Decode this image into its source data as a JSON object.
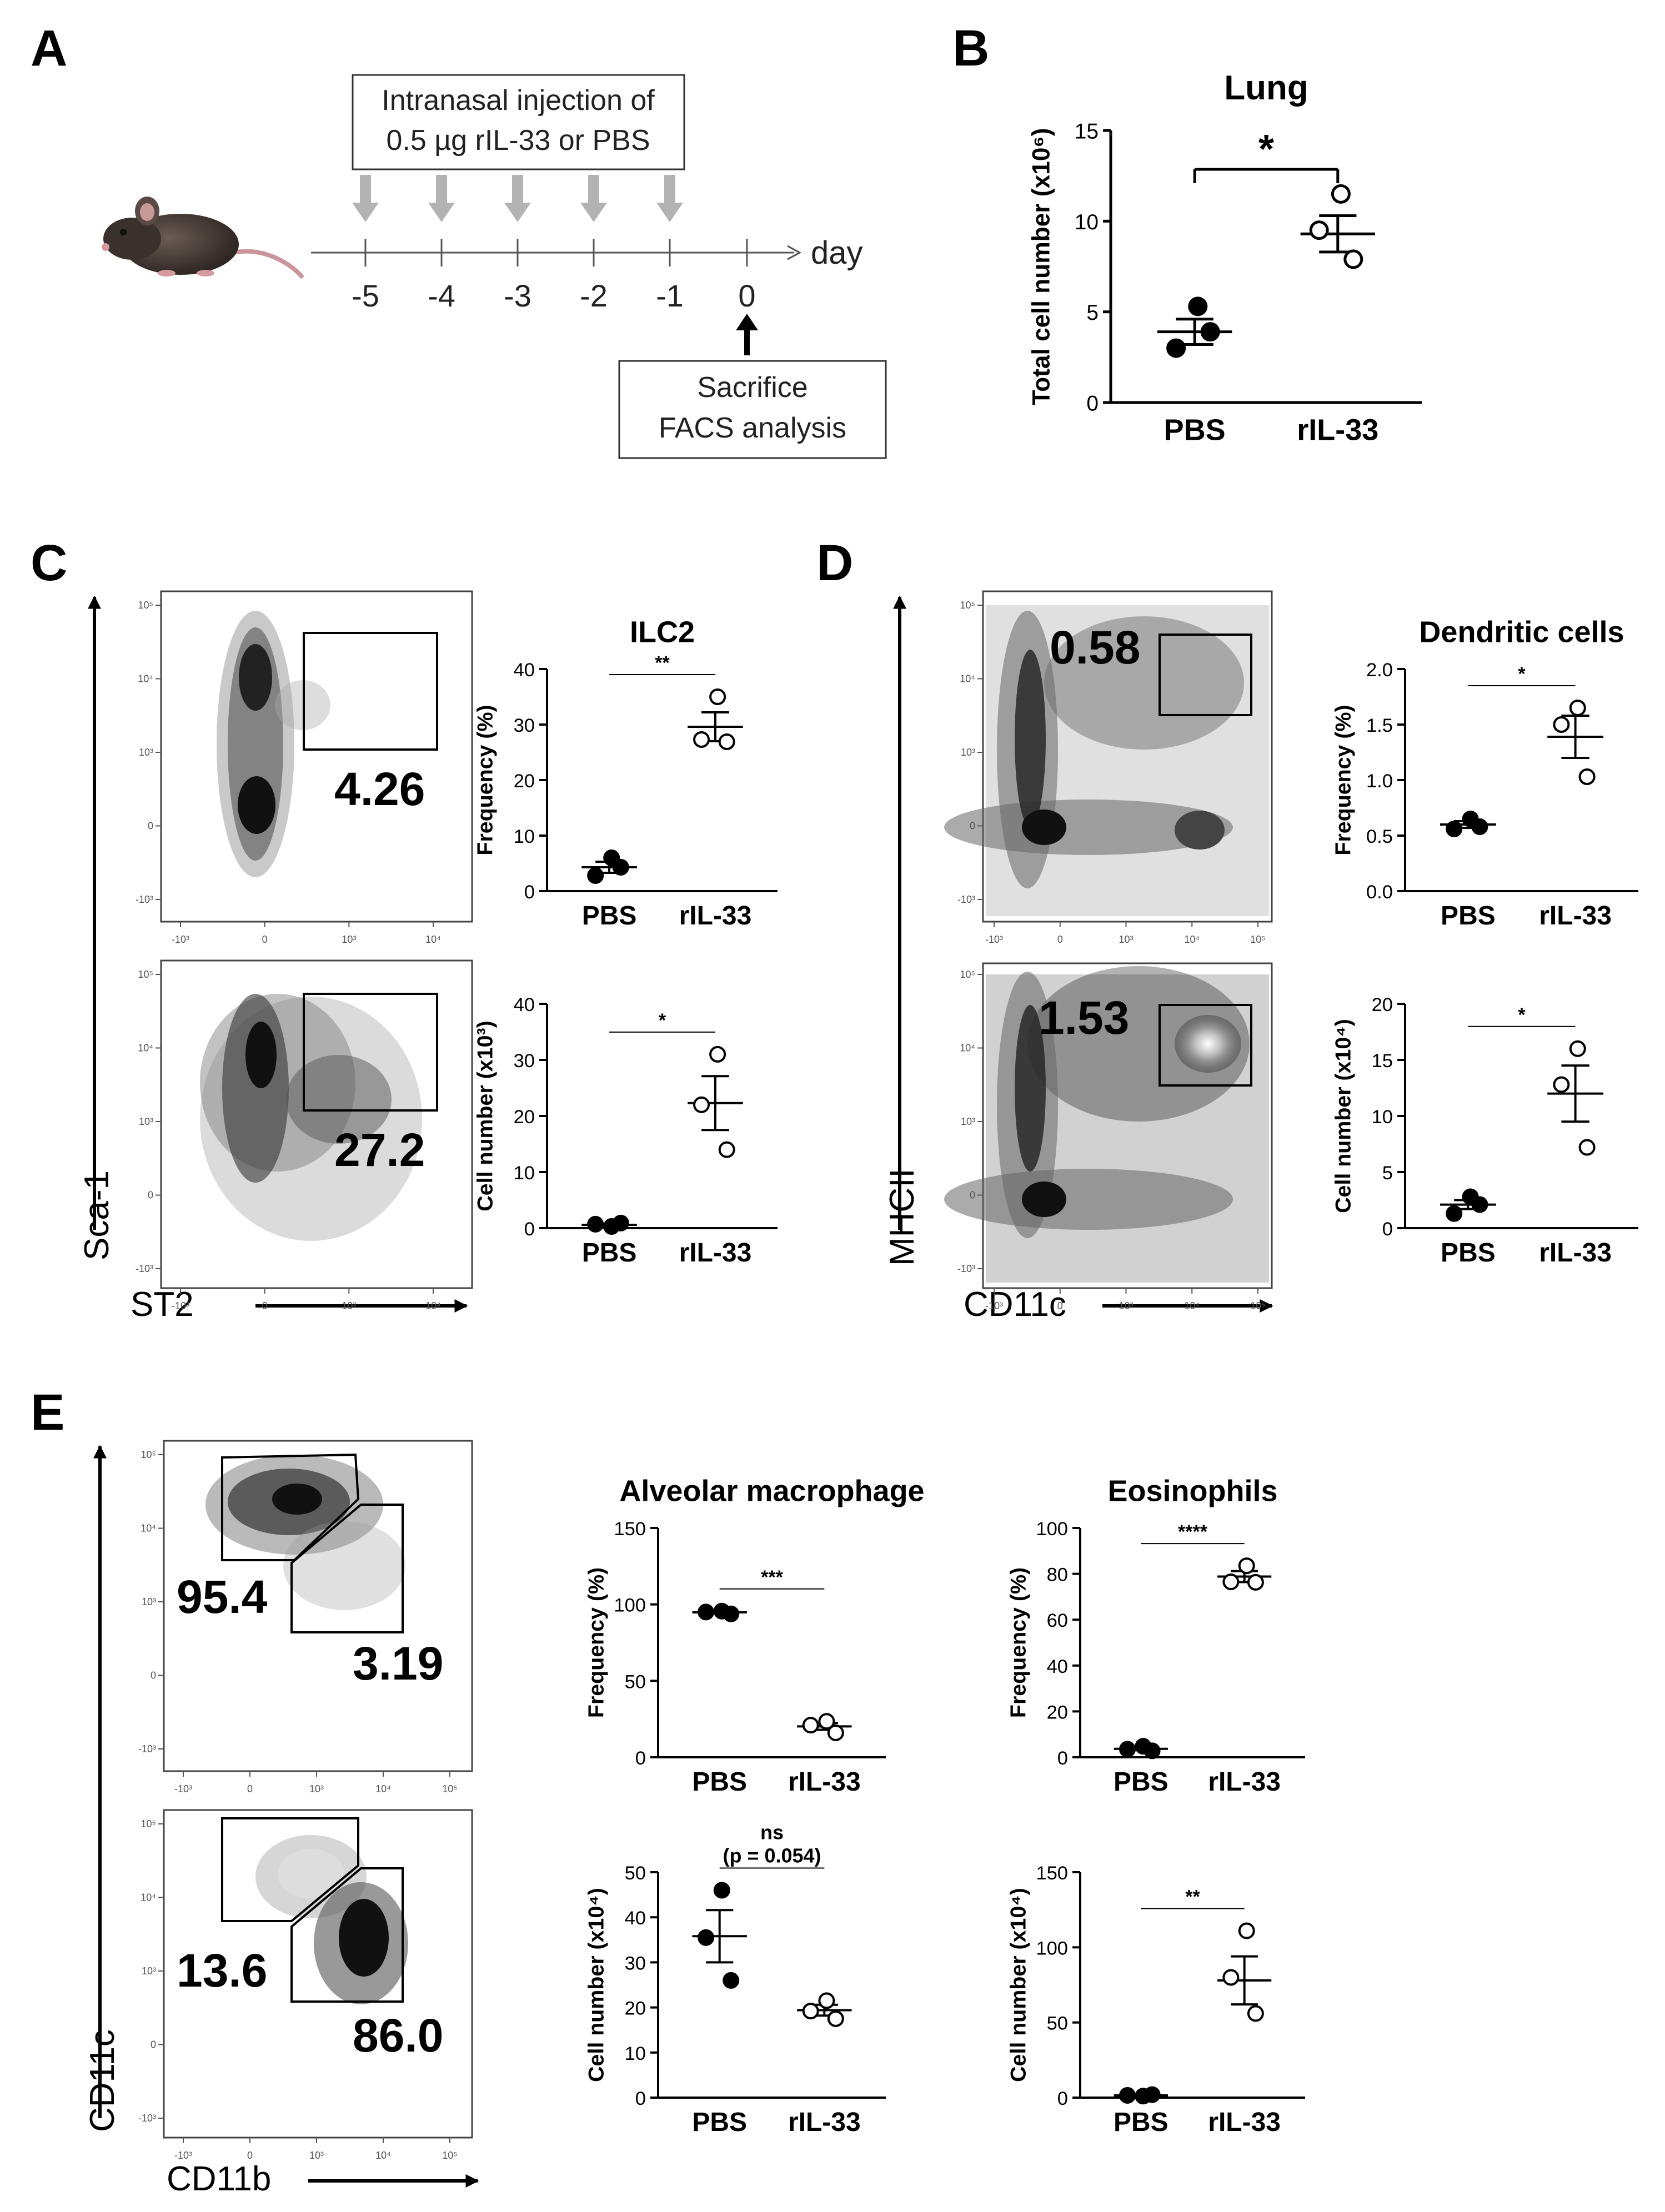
{
  "panel_letters": [
    "A",
    "B",
    "C",
    "D",
    "E"
  ],
  "panel_a": {
    "injection_box": [
      "Intranasal  injection of",
      "0.5 µg rIL-33 or PBS"
    ],
    "ticks": [
      "-5",
      "-4",
      "-3",
      "-2",
      "-1",
      "0"
    ],
    "axis_unit": "day",
    "sacrifice_box": [
      "Sacrifice",
      "FACS analysis"
    ],
    "icons": [
      "mouse-icon",
      "down-arrow-icon",
      "up-arrow-icon"
    ],
    "colors": {
      "injection_arrow": "#b3b3b3",
      "axis": "#555555"
    }
  },
  "flow_labels": {
    "c": {
      "y": "Sca-1",
      "x": "ST2",
      "gates": [
        "4.26",
        "27.2"
      ]
    },
    "d": {
      "y": "MHCII",
      "x": "CD11c",
      "gates": [
        "0.58",
        "1.53"
      ]
    },
    "e": {
      "y": "CD11c",
      "x": "CD11b",
      "gates": [
        "95.4",
        "3.19",
        "13.6",
        "86.0"
      ]
    },
    "ticks_c": {
      "x": [
        "-10³",
        "0",
        "10³",
        "10⁴"
      ],
      "y": [
        "10⁵",
        "10⁴",
        "10³",
        "0",
        "-10³"
      ]
    },
    "ticks_de": {
      "x": [
        "-10³",
        "0",
        "10³",
        "10⁴",
        "10⁵"
      ],
      "y": [
        "10⁵",
        "10⁴",
        "10³",
        "0",
        "-10³"
      ]
    }
  },
  "chart_data": [
    {
      "id": "B",
      "type": "scatter",
      "title": "Lung",
      "categories": [
        "PBS",
        "rIL-33"
      ],
      "ylabel": "Total cell number (x10⁶)",
      "ylim": [
        0,
        15
      ],
      "yticks": [
        "0",
        "5",
        "10",
        "15"
      ],
      "series": [
        {
          "name": "PBS",
          "marker": "filled",
          "values": [
            5.3,
            3.0,
            3.9
          ],
          "mean": 3.9,
          "sem": 0.7
        },
        {
          "name": "rIL-33",
          "marker": "open",
          "values": [
            11.5,
            9.5,
            7.9
          ],
          "mean": 9.3,
          "sem": 1.0
        }
      ],
      "significance": "*"
    },
    {
      "id": "C-top",
      "type": "scatter",
      "title": "ILC2",
      "categories": [
        "PBS",
        "rIL-33"
      ],
      "ylabel": "Frequency (%)",
      "ylim": [
        0,
        40
      ],
      "yticks": [
        "0",
        "10",
        "20",
        "30",
        "40"
      ],
      "series": [
        {
          "name": "PBS",
          "marker": "filled",
          "values": [
            6.0,
            2.8,
            4.3
          ],
          "mean": 4.3,
          "sem": 1.0
        },
        {
          "name": "rIL-33",
          "marker": "open",
          "values": [
            35.0,
            27.3,
            26.9
          ],
          "mean": 29.6,
          "sem": 2.6
        }
      ],
      "significance": "**"
    },
    {
      "id": "C-bottom",
      "type": "scatter",
      "title": "",
      "categories": [
        "PBS",
        "rIL-33"
      ],
      "ylabel": "Cell number (x10³)",
      "ylim": [
        0,
        40
      ],
      "yticks": [
        "0",
        "10",
        "20",
        "30",
        "40"
      ],
      "series": [
        {
          "name": "PBS",
          "marker": "filled",
          "values": [
            0.3,
            0.7,
            0.9
          ],
          "mean": 0.6,
          "sem": 0.2
        },
        {
          "name": "rIL-33",
          "marker": "open",
          "values": [
            31.0,
            22.0,
            14.0
          ],
          "mean": 22.3,
          "sem": 4.8
        }
      ],
      "significance": "*"
    },
    {
      "id": "D-top",
      "type": "scatter",
      "title": "Dendritic cells",
      "categories": [
        "PBS",
        "rIL-33"
      ],
      "ylabel": "Frequency (%)",
      "ylim": [
        0,
        2.0
      ],
      "yticks": [
        "0.0",
        "0.5",
        "1.0",
        "1.5",
        "2.0"
      ],
      "series": [
        {
          "name": "PBS",
          "marker": "filled",
          "values": [
            0.65,
            0.56,
            0.58
          ],
          "mean": 0.6,
          "sem": 0.03
        },
        {
          "name": "rIL-33",
          "marker": "open",
          "values": [
            1.65,
            1.5,
            1.03
          ],
          "mean": 1.39,
          "sem": 0.19
        }
      ],
      "significance": "*"
    },
    {
      "id": "D-bottom",
      "type": "scatter",
      "title": "",
      "categories": [
        "PBS",
        "rIL-33"
      ],
      "ylabel": "Cell number (x10⁴)",
      "ylim": [
        0,
        20
      ],
      "yticks": [
        "0",
        "5",
        "10",
        "15",
        "20"
      ],
      "series": [
        {
          "name": "PBS",
          "marker": "filled",
          "values": [
            2.8,
            1.3,
            2.1
          ],
          "mean": 2.1,
          "sem": 0.4
        },
        {
          "name": "rIL-33",
          "marker": "open",
          "values": [
            16.0,
            12.8,
            7.2
          ],
          "mean": 12.0,
          "sem": 2.5
        }
      ],
      "significance": "*"
    },
    {
      "id": "E-am-top",
      "type": "scatter",
      "title": "Alveolar macrophage",
      "categories": [
        "PBS",
        "rIL-33"
      ],
      "ylabel": "Frequency (%)",
      "ylim": [
        0,
        150
      ],
      "yticks": [
        "0",
        "50",
        "100",
        "150"
      ],
      "series": [
        {
          "name": "PBS",
          "marker": "filled",
          "values": [
            95.6,
            95.0,
            93.8
          ],
          "mean": 94.8,
          "sem": 0.5
        },
        {
          "name": "rIL-33",
          "marker": "open",
          "values": [
            23.5,
            21.0,
            16.0
          ],
          "mean": 20.2,
          "sem": 2.2
        }
      ],
      "significance": "***"
    },
    {
      "id": "E-am-bottom",
      "type": "scatter",
      "title": "",
      "categories": [
        "PBS",
        "rIL-33"
      ],
      "ylabel": "Cell number (x10⁴)",
      "ylim": [
        0,
        50
      ],
      "yticks": [
        "0",
        "10",
        "20",
        "30",
        "40",
        "50"
      ],
      "series": [
        {
          "name": "PBS",
          "marker": "filled",
          "values": [
            46.0,
            35.5,
            26.0
          ],
          "mean": 35.8,
          "sem": 5.8
        },
        {
          "name": "rIL-33",
          "marker": "open",
          "values": [
            21.5,
            19.2,
            17.5
          ],
          "mean": 19.4,
          "sem": 1.2
        }
      ],
      "significance": "ns",
      "significance_note": "(p = 0.054)"
    },
    {
      "id": "E-eos-top",
      "type": "scatter",
      "title": "Eosinophils",
      "categories": [
        "PBS",
        "rIL-33"
      ],
      "ylabel": "Frequency (%)",
      "ylim": [
        0,
        100
      ],
      "yticks": [
        "0",
        "20",
        "40",
        "60",
        "80",
        "100"
      ],
      "series": [
        {
          "name": "PBS",
          "marker": "filled",
          "values": [
            4.8,
            3.5,
            2.8
          ],
          "mean": 3.7,
          "sem": 0.6
        },
        {
          "name": "rIL-33",
          "marker": "open",
          "values": [
            83.5,
            76.5,
            76.3
          ],
          "mean": 78.8,
          "sem": 2.4
        }
      ],
      "significance": "****"
    },
    {
      "id": "E-eos-bottom",
      "type": "scatter",
      "title": "",
      "categories": [
        "PBS",
        "rIL-33"
      ],
      "ylabel": "Cell number (x10⁴)",
      "ylim": [
        0,
        150
      ],
      "yticks": [
        "0",
        "50",
        "100",
        "150"
      ],
      "series": [
        {
          "name": "PBS",
          "marker": "filled",
          "values": [
            1.0,
            1.5,
            2.0
          ],
          "mean": 1.5,
          "sem": 0.3
        },
        {
          "name": "rIL-33",
          "marker": "open",
          "values": [
            111.0,
            80.0,
            56.0
          ],
          "mean": 78.0,
          "sem": 16.0
        }
      ],
      "significance": "**"
    }
  ]
}
